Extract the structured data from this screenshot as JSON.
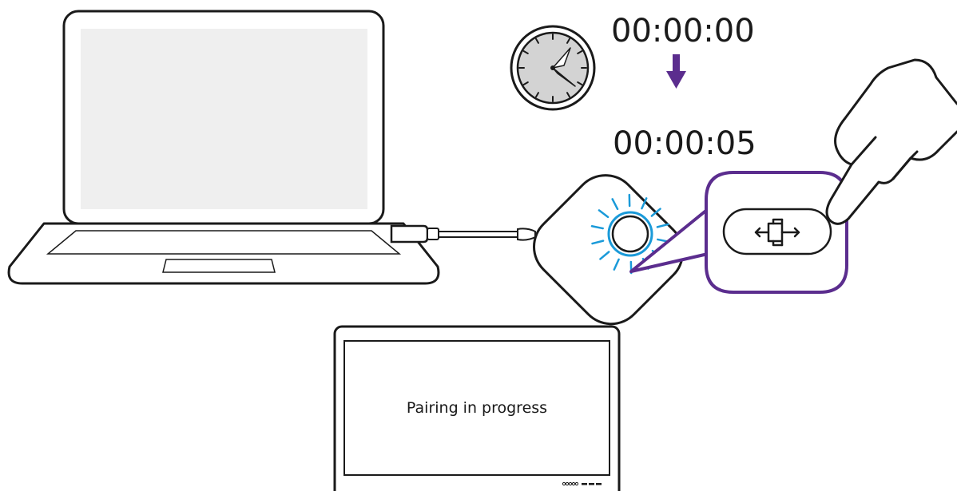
{
  "timer": {
    "start": "00:00:00",
    "end": "00:00:05",
    "arrow_color": "#5b2d8e"
  },
  "display": {
    "message": "Pairing in progress"
  },
  "highlight": {
    "color": "#5b2d8e",
    "button_icon": "pairing-arrows-icon"
  },
  "led": {
    "color": "#1a9ad9",
    "state": "blinking"
  },
  "colors": {
    "outline": "#1a1a1a",
    "laptop_screen": "#efefef",
    "clock_face": "#d3d3d3"
  }
}
